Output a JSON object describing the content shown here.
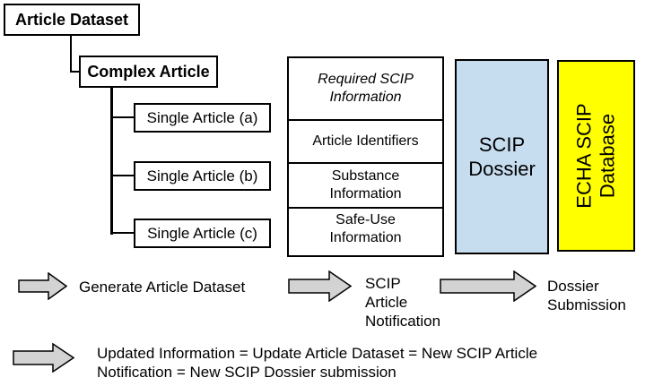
{
  "colors": {
    "dossier_box_fill": "#c6ddf0",
    "database_box_fill": "#ffff00",
    "arrow_fill": "#d3d3d3",
    "line_color": "#000000"
  },
  "tree": {
    "root_label": "Article Dataset",
    "complex_label": "Complex Article",
    "children": [
      "Single Article (a)",
      "Single Article (b)",
      "Single Article (c)"
    ]
  },
  "info_table": {
    "header_lines": [
      "Required SCIP",
      "Information"
    ],
    "rows": [
      {
        "lines": [
          "Article Identifiers"
        ]
      },
      {
        "lines": [
          "Substance",
          "Information"
        ]
      },
      {
        "lines": [
          "Safe-Use",
          "Information"
        ]
      }
    ]
  },
  "dossier_box": {
    "lines": [
      "SCIP",
      "Dossier"
    ]
  },
  "database_box": {
    "lines": [
      "ECHA SCIP",
      "Database"
    ]
  },
  "flow": {
    "step1_label": "Generate Article Dataset",
    "step2_lines": [
      "SCIP",
      "Article",
      "Notification"
    ],
    "step3_lines": [
      "Dossier",
      "Submission"
    ],
    "note_lines": [
      "Updated Information = Update Article Dataset = New SCIP Article",
      "Notification = New SCIP Dossier submission"
    ]
  }
}
